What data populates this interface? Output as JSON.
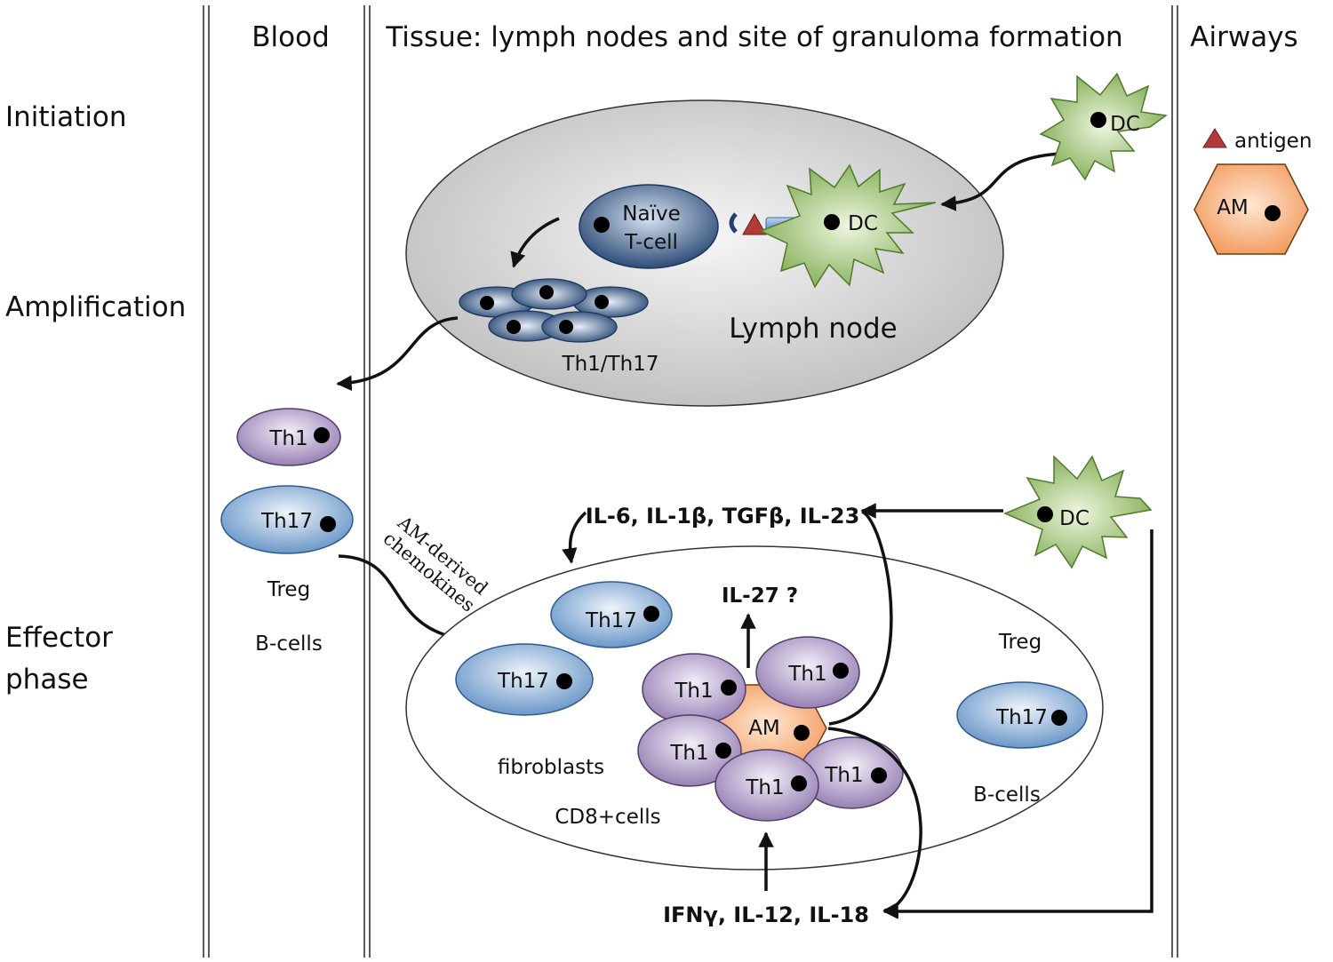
{
  "columns": {
    "blood": "Blood",
    "tissue": "Tissue: lymph nodes and site of granuloma formation",
    "airways": "Airways"
  },
  "phases": {
    "initiation": "Initiation",
    "amplification": "Amplification",
    "effector_line1": "Effector",
    "effector_line2": "phase"
  },
  "cells": {
    "dc": "DC",
    "am": "AM",
    "naive_line1": "Naïve",
    "naive_line2": "T-cell",
    "th1": "Th1",
    "th17": "Th17",
    "treg": "Treg",
    "bcells": "B-cells",
    "fibroblasts": "fibroblasts",
    "cd8": "CD8+cells"
  },
  "labels": {
    "antigen": "antigen",
    "lymph_node": "Lymph node",
    "th1_th17": "Th1/Th17",
    "chemokines_line1": "AM-derived",
    "chemokines_line2": "chemokines",
    "cytokines_top": "IL-6, IL-1β, TGFβ, IL-23",
    "il27": "IL-27 ?",
    "cytokines_bottom": "IFNγ, IL-12, IL-18"
  },
  "colors": {
    "dc_fill": "#8db85a",
    "am_fill": "#f5a66f",
    "th1_fill": "#9c86b8",
    "th17_fill": "#8fb4dc",
    "naive_fill": "#2c5487",
    "lymph_node_fill": "#d9d9d9",
    "antigen_fill": "#b23a3a"
  }
}
